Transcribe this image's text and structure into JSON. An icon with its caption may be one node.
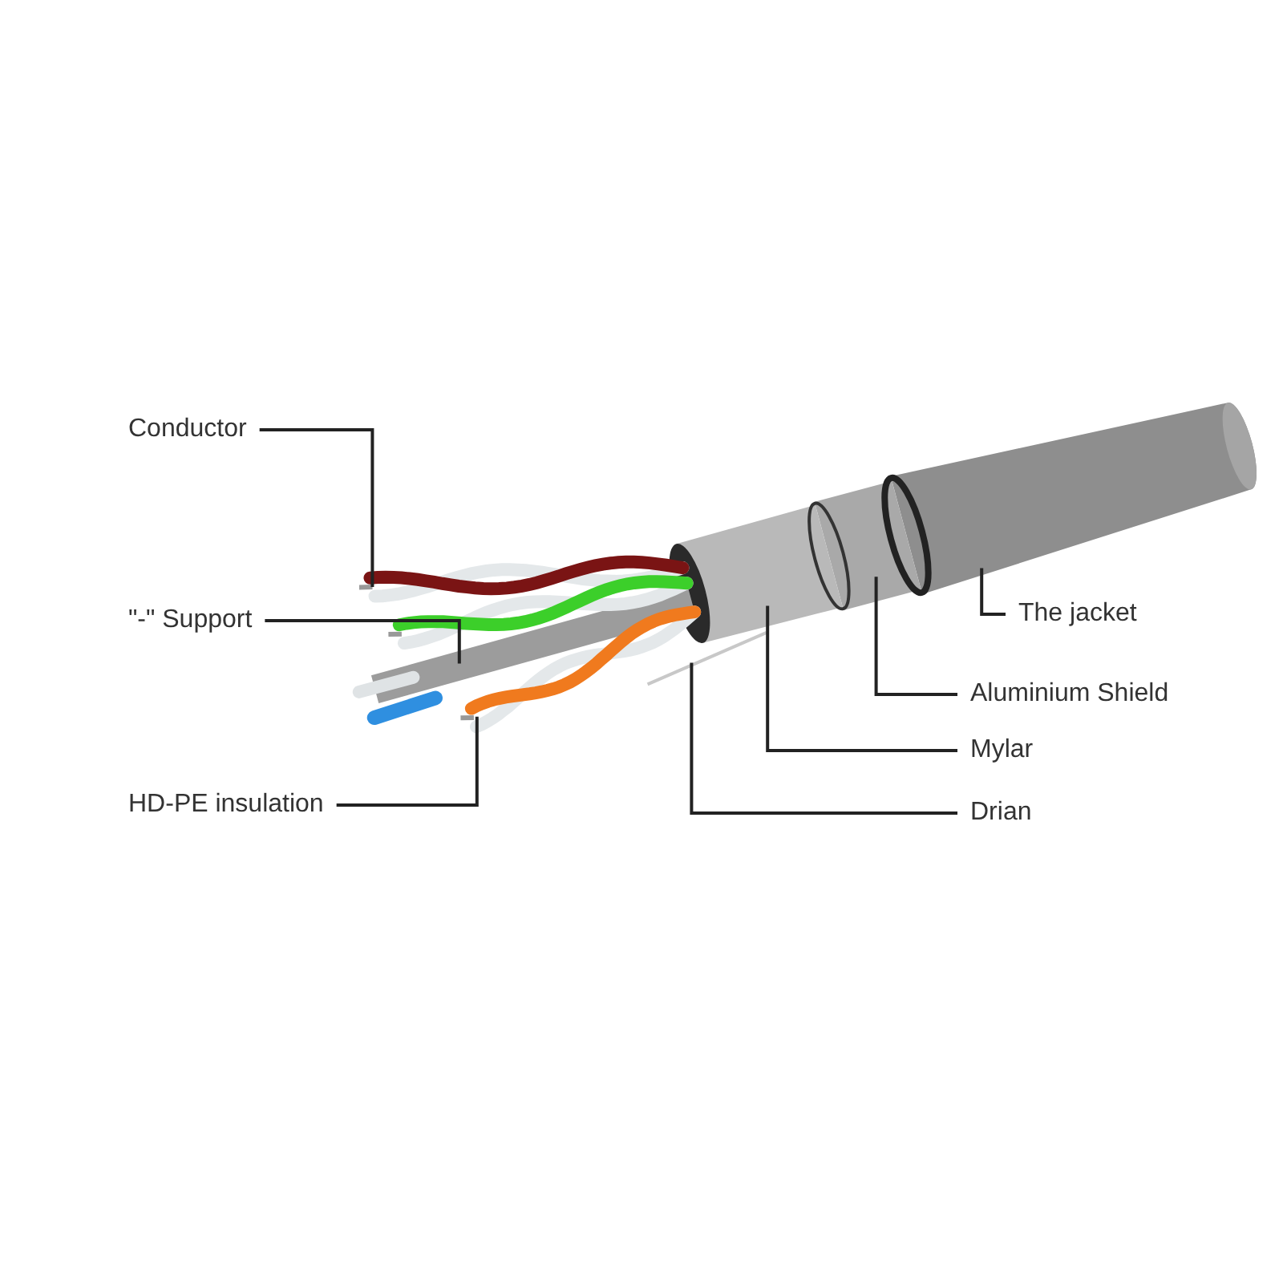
{
  "diagram": {
    "nodes": [
      {
        "text": [
          "Conductor"
        ]
      },
      {
        "text": [
          "\"-\" Support"
        ]
      },
      {
        "text": [
          "HD-PE insulation"
        ]
      },
      {
        "text": [
          "The jacket"
        ]
      },
      {
        "text": [
          "Aluminium Shield"
        ]
      },
      {
        "text": [
          "Mylar"
        ]
      },
      {
        "text": [
          "Drian"
        ]
      }
    ],
    "edges": [
      {
        "from": 0,
        "to": null,
        "arrow": "none"
      },
      {
        "from": 1,
        "to": null,
        "arrow": "none"
      },
      {
        "from": 2,
        "to": null,
        "arrow": "none"
      },
      {
        "from": 3,
        "to": null,
        "arrow": "none"
      },
      {
        "from": 4,
        "to": null,
        "arrow": "none"
      },
      {
        "from": 5,
        "to": null,
        "arrow": "none"
      },
      {
        "from": 6,
        "to": null,
        "arrow": "none"
      }
    ]
  }
}
